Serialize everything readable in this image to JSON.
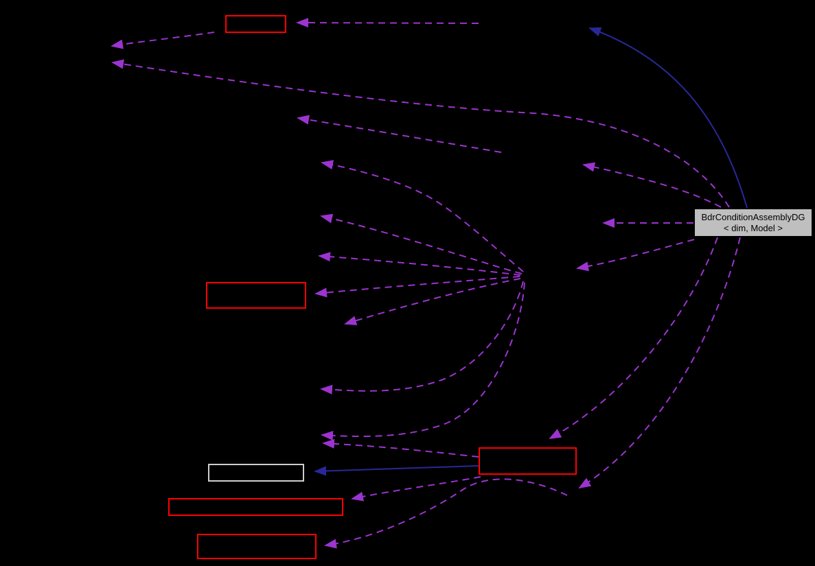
{
  "diagram": {
    "type": "collaboration-graph",
    "background_color": "#000000",
    "main_node": {
      "label_line1": "BdrConditionAssemblyDG",
      "label_line2": "< dim, Model >",
      "fill_color": "#bfbfbf",
      "text_color": "#000000"
    },
    "colors": {
      "dashed_usage_edge": "#9c34d0",
      "solid_inheritance_edge": "#28289a",
      "truncated_node_border": "#ff0000",
      "plain_node_border": "#cfcfcf"
    }
  }
}
